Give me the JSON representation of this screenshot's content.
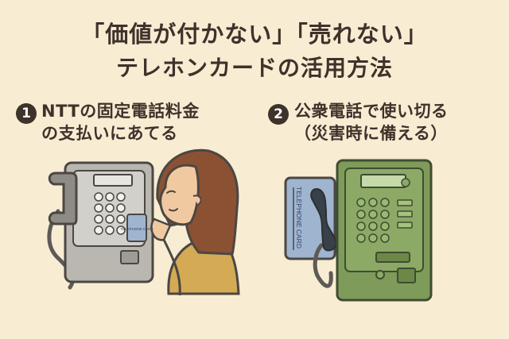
{
  "title": {
    "line1": "「価値が付かない」「売れない」",
    "line2": "テレホンカードの活用方法"
  },
  "items": [
    {
      "number": "1",
      "line1": "NTTの固定電話料金",
      "line2": "の支払いにあてる"
    },
    {
      "number": "2",
      "line1": "公衆電話で使い切る",
      "line2": "（災害時に備える）"
    }
  ],
  "card_label": "TELEPHONE CARD",
  "colors": {
    "background": "#f8ecd3",
    "text": "#3e322b",
    "gray_phone": "#b9b7b0",
    "green_phone": "#7f9b59",
    "card_blue": "#9fb4cf",
    "sweater": "#d4aa55",
    "hair": "#8b5133"
  }
}
